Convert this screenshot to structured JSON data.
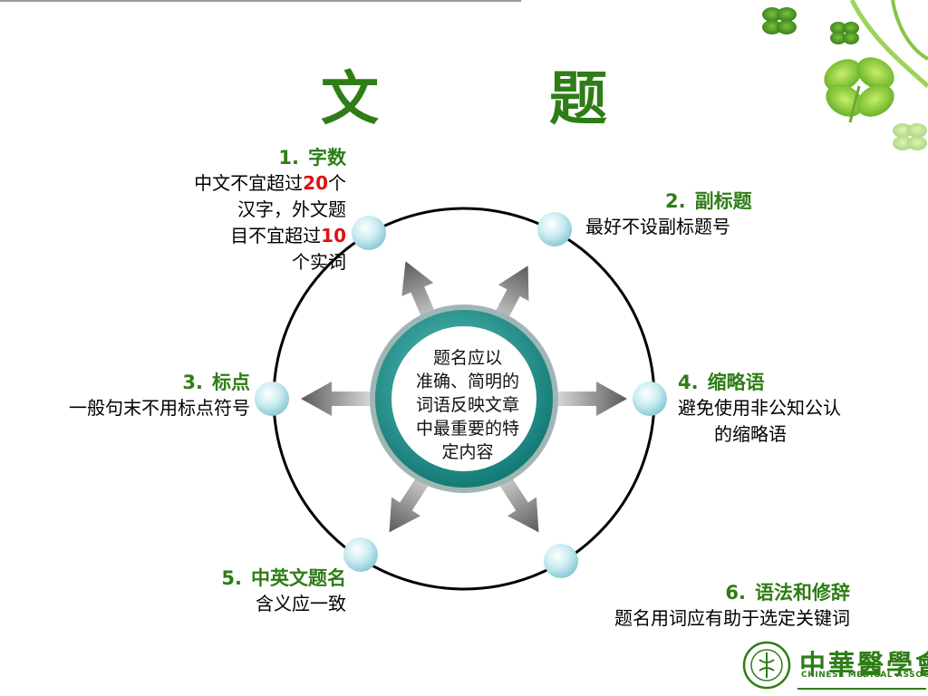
{
  "slide": {
    "title": "文　题"
  },
  "center": {
    "lines": [
      "题名应以",
      "准确、简明的",
      "词语反映文章",
      "中最重要的特",
      "定内容"
    ]
  },
  "items": [
    {
      "num": "1.",
      "heading": "字数",
      "body_parts": [
        "中文不宜超过",
        "20",
        "个",
        "汉字，外文题",
        "目不宜超过",
        "10",
        "个实词"
      ]
    },
    {
      "num": "2.",
      "heading": "副标题",
      "body": "最好不设副标题号"
    },
    {
      "num": "3.",
      "heading": "标点",
      "body": "一般句末不用标点符号"
    },
    {
      "num": "4.",
      "heading": "缩略语",
      "body_lines": [
        "避免使用非公知公认",
        "的缩略语"
      ]
    },
    {
      "num": "5.",
      "heading": "中英文题名",
      "body": "含义应一致"
    },
    {
      "num": "6.",
      "heading": "语法和修辞",
      "body": "题名用词应有助于选定关键词"
    }
  ],
  "logo": {
    "name": "中華醫學會",
    "english": "CHINESE MEDICAL ASSOCIATION"
  },
  "colors": {
    "heading_green": "#2e7d17",
    "highlight_red": "#e01010",
    "ring_teal": "#1f8a86",
    "node_blue": "#a9dce6"
  }
}
